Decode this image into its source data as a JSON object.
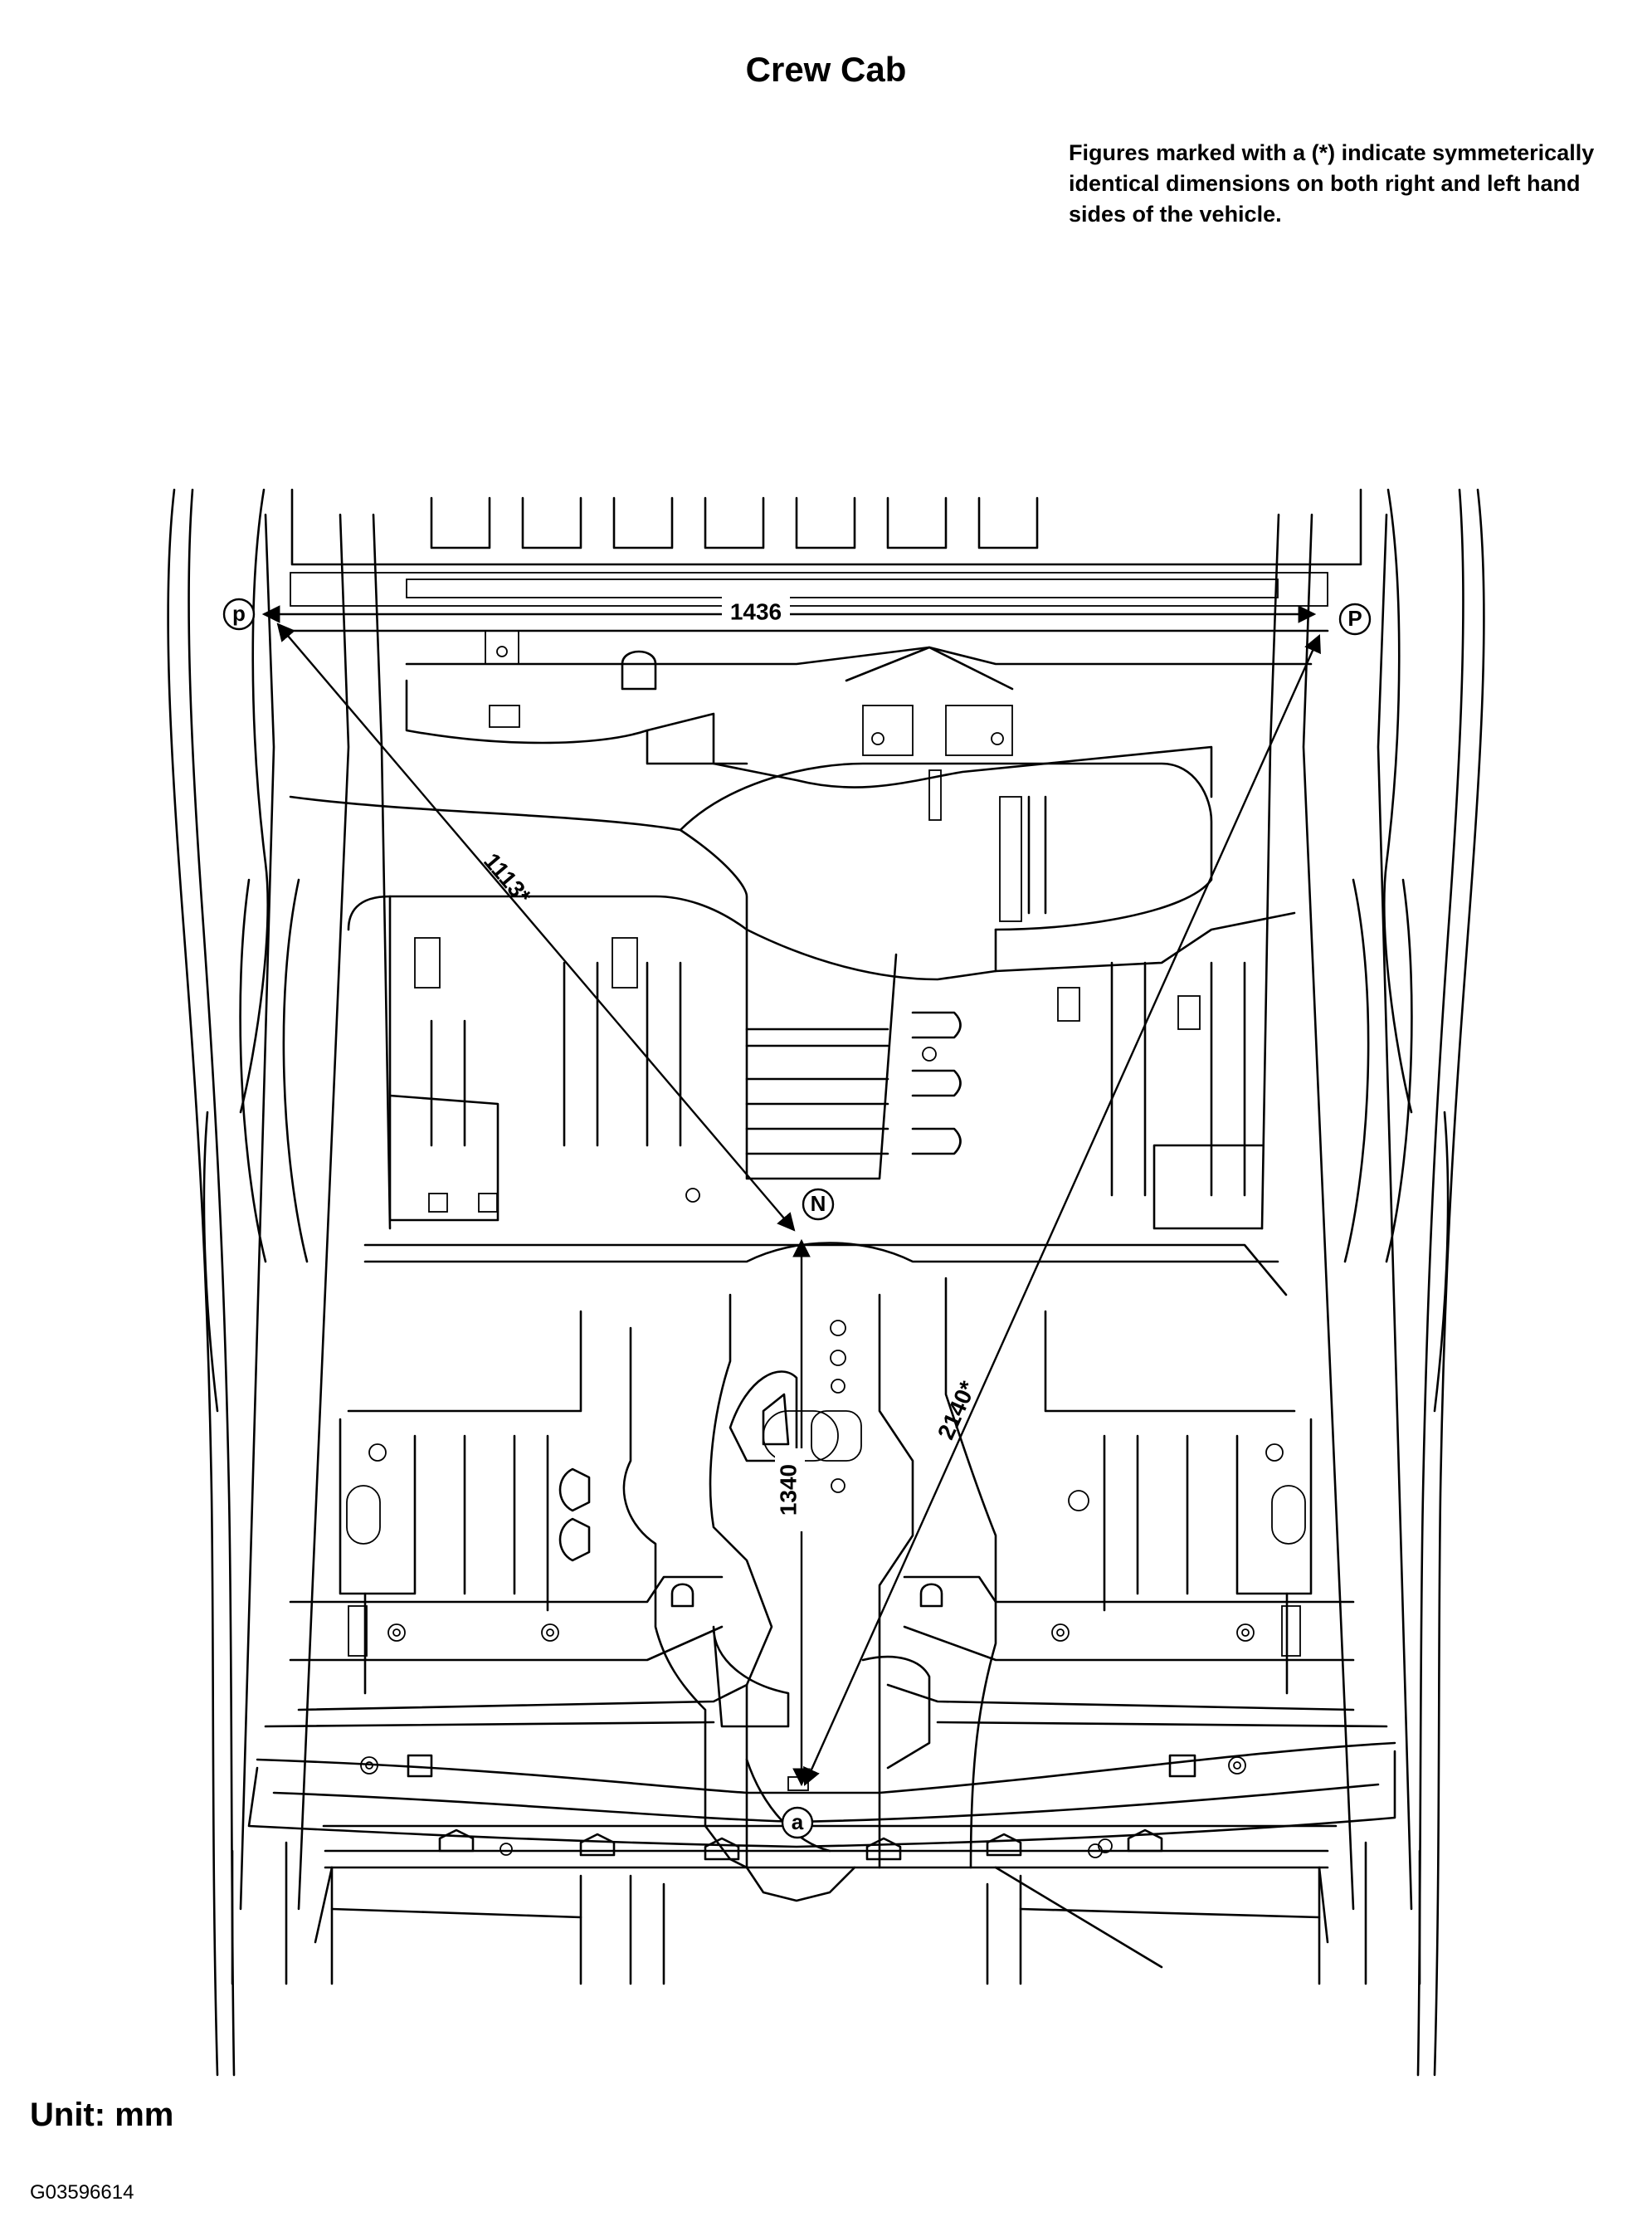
{
  "title": "Crew Cab",
  "note": "Figures marked with a  (*) indicate symmeterically identical dimensions on both right and left hand sides of the vehicle.",
  "unit": "Unit: mm",
  "code": "G03596614",
  "points": {
    "p_left": "p",
    "p_right": "P",
    "n": "N",
    "a": "a"
  },
  "dimensions": {
    "width_pp": "1436",
    "diag_p_n": "1113*",
    "diag_P_a": "2140*",
    "len_n_a": "1340"
  }
}
